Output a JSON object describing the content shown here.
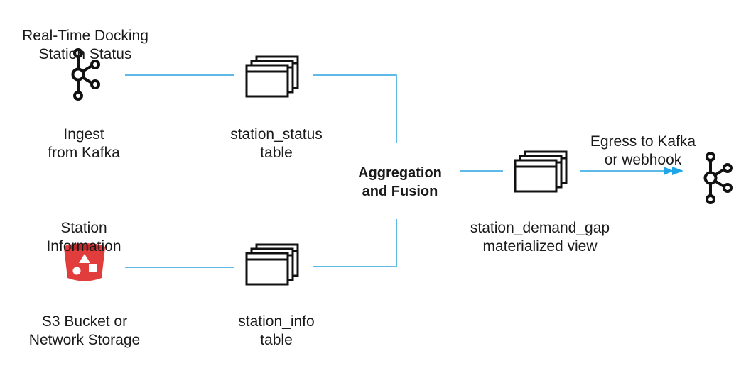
{
  "colors": {
    "connector": "#29a3dd",
    "arrow": "#1ea6e6",
    "bucket": "#e23d3d",
    "icon": "#111111"
  },
  "icons": {
    "kafka": "kafka-icon",
    "bucket": "s3-bucket-icon",
    "table": "table-stack-icon"
  },
  "sources": {
    "kafka_top": [
      "Real-Time Docking",
      "Station Status"
    ],
    "kafka_bottom": [
      "Ingest",
      "from Kafka"
    ],
    "storage_top": [
      "Station",
      "Information"
    ],
    "storage_bottom": [
      "S3 Bucket or",
      "Network Storage"
    ]
  },
  "tables": {
    "status": [
      "station_status",
      "table"
    ],
    "info": [
      "station_info",
      "table"
    ]
  },
  "process": [
    "Aggregation",
    "and Fusion"
  ],
  "view": [
    "station_demand_gap",
    "materialized view"
  ],
  "egress": [
    "Egress to Kafka",
    "or webhook"
  ]
}
